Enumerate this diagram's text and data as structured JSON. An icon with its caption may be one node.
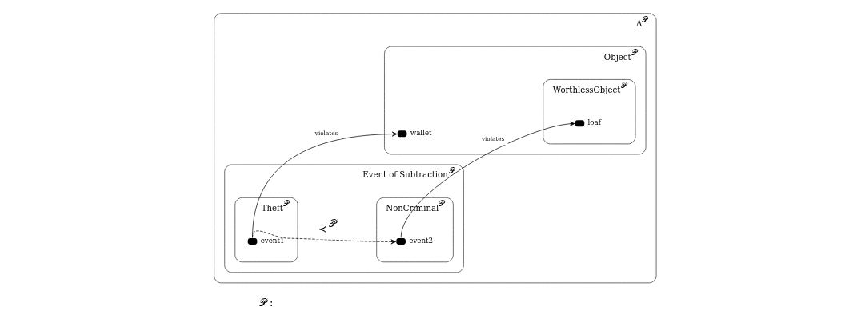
{
  "diagram": {
    "nodes": [
      {
        "text": [
          "Δ$^{𝒫}$"
        ]
      },
      {
        "text": [
          "Event of Subtraction$^{𝒫}$"
        ],
        "in": 0
      },
      {
        "text": [
          "NonCriminal$^{𝒫}$"
        ],
        "in": 1
      },
      {
        "text": [],
        "shape": "circle",
        "in": 2,
        "beside": [
          "event2"
        ]
      },
      {
        "text": [
          "Theft$^{𝒫}$"
        ],
        "in": 1
      },
      {
        "text": [],
        "shape": "circle",
        "in": 4,
        "beside": [
          "event1"
        ]
      },
      {
        "text": [
          "Object$^{𝒫}$"
        ],
        "in": 0
      },
      {
        "text": [
          "WorthlessObject$^{𝒫}$"
        ],
        "in": 6
      },
      {
        "text": [],
        "shape": "circle",
        "in": 7,
        "beside": [
          "loaf"
        ]
      },
      {
        "text": [],
        "shape": "circle",
        "in": 6,
        "beside": [
          "wallet"
        ]
      }
    ],
    "edges": [
      {
        "from": 3,
        "to": 8,
        "arrow": "to",
        "label": "violates"
      },
      {
        "from": 5,
        "to": 3,
        "arrow": "to",
        "style": "dashed",
        "label": "≺$^{𝒫}$"
      },
      {
        "from": 5,
        "to": 9,
        "arrow": "to",
        "label": "violates"
      }
    ],
    "labels": [
      "𝒫 :"
    ]
  }
}
